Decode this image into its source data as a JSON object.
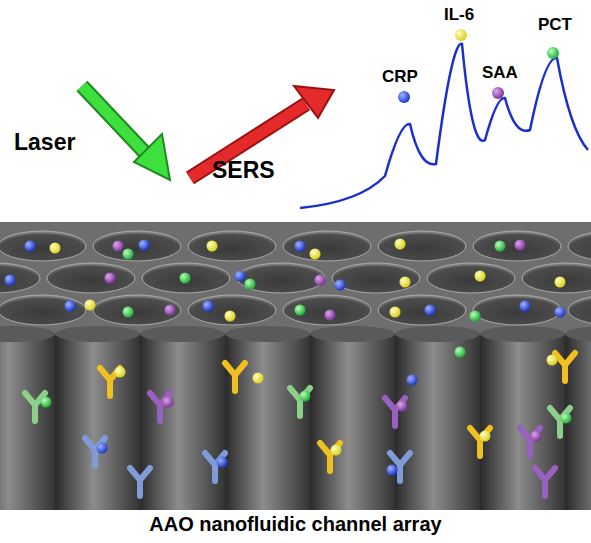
{
  "diagram": {
    "caption": "AAO nanofluidic channel array",
    "labels": [
      "Laser",
      "SERS",
      "CRP",
      "IL-6",
      "SAA",
      "PCT"
    ]
  }
}
